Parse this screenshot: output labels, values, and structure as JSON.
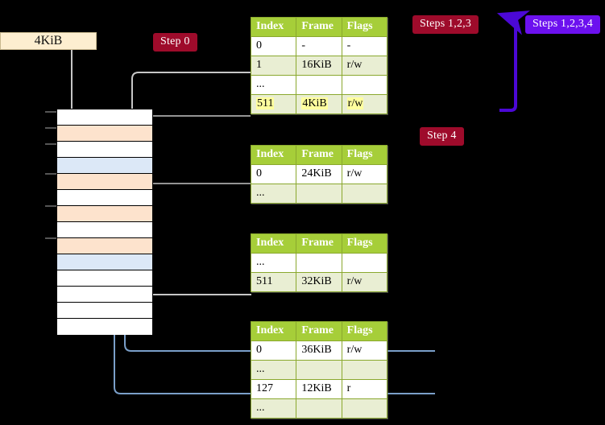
{
  "diagram": {
    "title_badges": {
      "step0": "Step 0",
      "step4": "Step 4",
      "steps123": "Steps 1,2,3",
      "steps1234": "Steps 1,2,3,4"
    },
    "colors": {
      "badge_red": "#9e0b2b",
      "badge_purple": "#6c11ef",
      "table_header": "#a6ce39",
      "table_alt_row": "#e9eed3",
      "highlight": "#ffff9e",
      "memory_peach": "#fde3cd",
      "memory_blue": "#dce8f7",
      "frame_box": "#fdeed0",
      "connector_gray": "#b8b8b8",
      "connector_blue": "#7a9fc9"
    },
    "frame_box": {
      "label": "4KiB"
    },
    "memory_rows": [
      {
        "index": 0,
        "fill": "white"
      },
      {
        "index": 1,
        "fill": "peach"
      },
      {
        "index": 2,
        "fill": "white"
      },
      {
        "index": 3,
        "fill": "blue"
      },
      {
        "index": 4,
        "fill": "peach"
      },
      {
        "index": 5,
        "fill": "white"
      },
      {
        "index": 6,
        "fill": "peach"
      },
      {
        "index": 7,
        "fill": "white"
      },
      {
        "index": 8,
        "fill": "peach"
      },
      {
        "index": 9,
        "fill": "blue"
      },
      {
        "index": 10,
        "fill": "white"
      },
      {
        "index": 11,
        "fill": "white"
      },
      {
        "index": 12,
        "fill": "white"
      },
      {
        "index": 13,
        "fill": "white"
      }
    ],
    "columns": [
      "Index",
      "Frame",
      "Flags"
    ],
    "tables": [
      {
        "name": "pml4-table",
        "rows": [
          {
            "index": "0",
            "frame": "-",
            "flags": "-",
            "style": "plain",
            "highlight": false
          },
          {
            "index": "1",
            "frame": "16KiB",
            "flags": "r/w",
            "style": "alt",
            "highlight": false
          },
          {
            "index": "...",
            "frame": "",
            "flags": "",
            "style": "plain",
            "highlight": false
          },
          {
            "index": "511",
            "frame": "4KiB",
            "flags": "r/w",
            "style": "alt",
            "highlight": true
          }
        ]
      },
      {
        "name": "pdpt-table",
        "rows": [
          {
            "index": "0",
            "frame": "24KiB",
            "flags": "r/w",
            "style": "plain",
            "highlight": false
          },
          {
            "index": "...",
            "frame": "",
            "flags": "",
            "style": "alt",
            "highlight": false
          }
        ]
      },
      {
        "name": "pd-table",
        "rows": [
          {
            "index": "...",
            "frame": "",
            "flags": "",
            "style": "plain",
            "highlight": false
          },
          {
            "index": "511",
            "frame": "32KiB",
            "flags": "r/w",
            "style": "alt",
            "highlight": false
          }
        ]
      },
      {
        "name": "pt-table",
        "rows": [
          {
            "index": "0",
            "frame": "36KiB",
            "flags": "r/w",
            "style": "plain",
            "highlight": false
          },
          {
            "index": "...",
            "frame": "",
            "flags": "",
            "style": "alt",
            "highlight": false
          },
          {
            "index": "127",
            "frame": "12KiB",
            "flags": "r",
            "style": "plain",
            "highlight": false
          },
          {
            "index": "...",
            "frame": "",
            "flags": "",
            "style": "alt",
            "highlight": false
          }
        ]
      }
    ]
  }
}
